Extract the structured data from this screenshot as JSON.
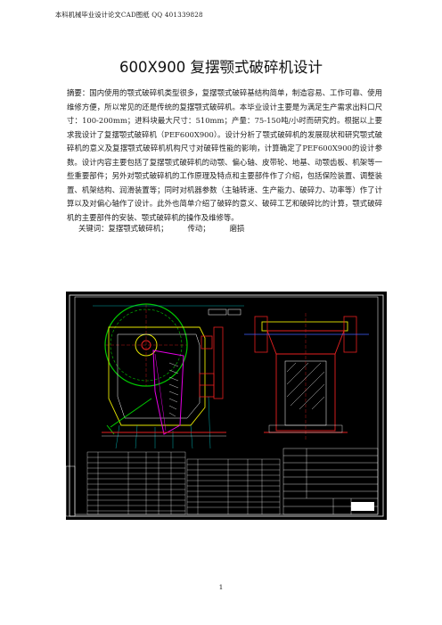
{
  "header": {
    "note": "本科机械毕业设计论文CAD图纸  QQ 401339828"
  },
  "title": "600X900 复摆颚式破碎机设计",
  "abstract": {
    "label": "摘要：",
    "text": "国内使用的颚式破碎机类型很多，复摆颚式破碎基结构简单，制造容易、工作可靠、使用维修方便，所以常见的还是传统的复摆颚式破碎机。本毕业设计主要是为满足生产需求出料口尺寸：100-200mm；进料块最大尺寸：510mm；产量：75-150吨/小时而研究的。根据以上要求我设计了复摆颚式破碎机（PEF600X900）。设计分析了颚式破碎机的发展现状和研究颚式破碎机的意义及复摆颚式破碎机机构尺寸对破碎性能的影响，计算确定了PEF600X900的设计参数。设计内容主要包括了复摆颚式破碎机的动颚、偏心轴、皮带轮、地基、动颚齿板、机架等一些重要部件；另外对颚式破碎机的工作原理及特点和主要部件作了介绍，包括保险装置、调整装置、机架结构、润滑装置等；同时对机器参数（主轴转速、生产能力、破碎力、功率等）作了计算以及对偏心轴作了设计。此外也简单介绍了破碎的意义、破碎工艺和破碎比的计算，颚式破碎机的主要部件的安装、颚式破碎机的操作及维修等。"
  },
  "keywords": {
    "label": "关键词：",
    "items": [
      "复摆颚式破碎机；",
      "传动；",
      "磨损"
    ]
  },
  "drawing": {
    "description": "CAD assembly drawing of jaw crusher",
    "colors": {
      "background": "#000000",
      "frame": "#ffffff",
      "flywheel": "#00c800",
      "red": "#e62020",
      "yellow": "#e6e600",
      "magenta": "#e600e6",
      "cyan": "#00d2d2",
      "blue": "#4060ff"
    }
  },
  "page_number": "1"
}
